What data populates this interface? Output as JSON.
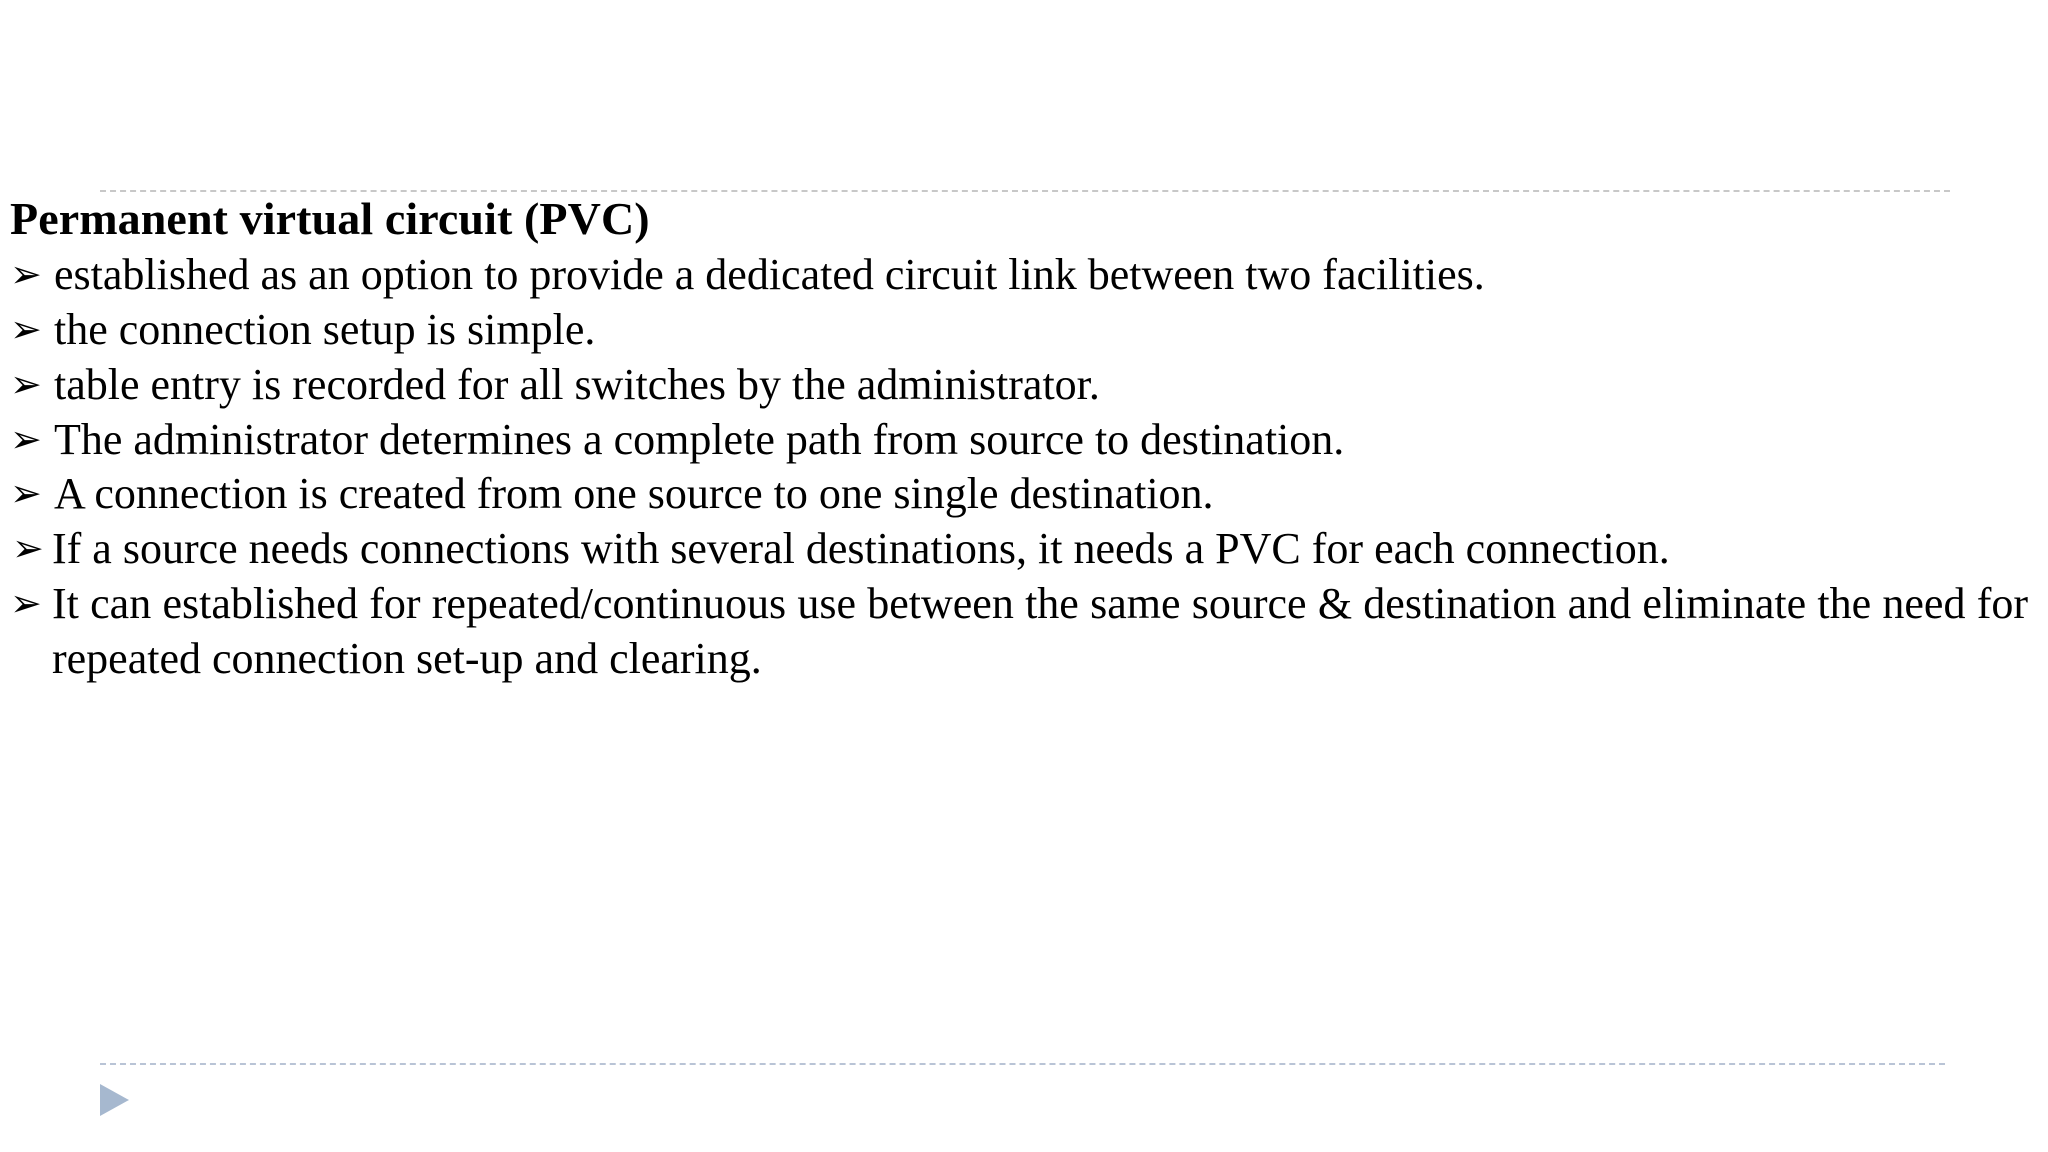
{
  "slide": {
    "title": "Permanent virtual circuit (PVC)",
    "bullet_marker": "➢",
    "bullets": [
      {
        "text": "established as an option to provide a dedicated circuit link between two facilities.",
        "justify": false,
        "leading_space": false
      },
      {
        "text": "the connection setup is simple.",
        "justify": false,
        "leading_space": false
      },
      {
        "text": "table entry is recorded for all switches by the administrator.",
        "justify": false,
        "leading_space": false
      },
      {
        "text": "The administrator determines a complete path from source to destination.",
        "justify": false,
        "leading_space": false
      },
      {
        "text": "A connection is created from one source to one single destination.",
        "justify": false,
        "leading_space": false
      },
      {
        "text": " If a source needs connections with several destinations, it needs a PVC for each connection.",
        "justify": false,
        "leading_space": true
      },
      {
        "text": "It can  established for repeated/continuous use between the same source & destination and eliminate the need for repeated connection set-up and clearing.",
        "justify": true,
        "leading_space": false
      }
    ]
  },
  "decorations": {
    "top_rule_color": "#c8c8c8",
    "bottom_rule_color": "#b9c4d6",
    "play_marker_color": "#a6b8cf",
    "background_color": "#ffffff",
    "text_color": "#000000"
  }
}
